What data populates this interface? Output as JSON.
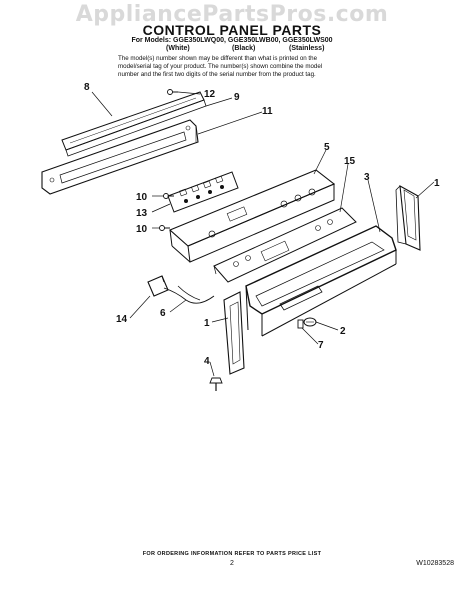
{
  "watermark": "AppliancePartsPros.com",
  "title": "CONTROL PANEL PARTS",
  "models_line": "For Models: GGE350LWQ00, GGE350LWB00, GGE350LWS00",
  "variants": [
    "(White)",
    "(Black)",
    "(Stainless)"
  ],
  "notice": [
    "The model(s) number shown may be different than what is printed on the",
    "model/serial tag of your product. The number(s) shown combine the model",
    "number and the first two digits of the serial number from the product tag."
  ],
  "callouts": {
    "c8": "8",
    "c12": "12",
    "c9": "9",
    "c11": "11",
    "c5": "5",
    "c15": "15",
    "c3": "3",
    "c1a": "1",
    "c10a": "10",
    "c13": "13",
    "c10b": "10",
    "c14": "14",
    "c6": "6",
    "c1b": "1",
    "c2": "2",
    "c7": "7",
    "c4": "4"
  },
  "footer_note": "FOR ORDERING INFORMATION REFER TO PARTS PRICE LIST",
  "page_number": "2",
  "document_number": "W10283528"
}
